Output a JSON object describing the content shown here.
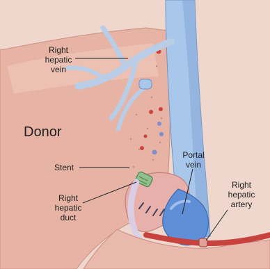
{
  "labels": {
    "right_hepatic_vein": "Right\nhepatic\nvein",
    "donor": "Donor",
    "stent": "Stent",
    "right_hepatic_duct": "Right\nhepatic\nduct",
    "portal_vein": "Portal\nvein",
    "right_hepatic_artery": "Right\nhepatic\nartery"
  },
  "colors": {
    "background": "#f4dcd2",
    "donor_liver": "#e9b7a8",
    "vein": "#a9c7ea",
    "duct": "#e6a5a1",
    "artery": "#c7413d",
    "stent": "#8fbf8a"
  }
}
